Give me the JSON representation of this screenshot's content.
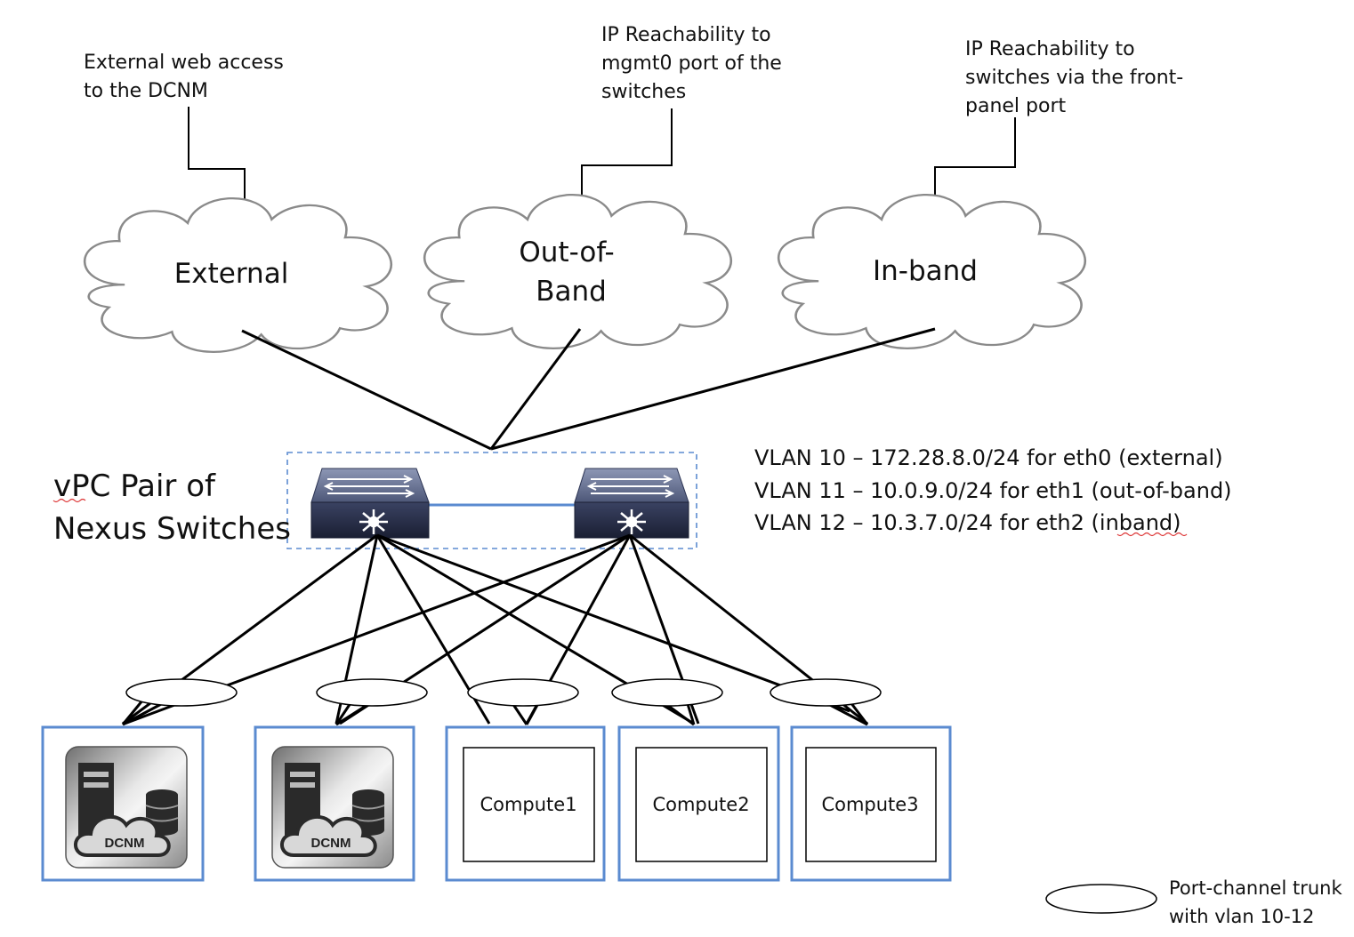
{
  "annotations": {
    "external": [
      "External web access",
      "to the DCNM"
    ],
    "oob": [
      "IP Reachability to",
      "mgmt0 port of the",
      "switches"
    ],
    "inband": [
      "IP Reachability to",
      "switches via the front-",
      "panel port"
    ]
  },
  "clouds": {
    "external": "External",
    "oob": [
      "Out-of-",
      "Band"
    ],
    "inband": "In-band"
  },
  "vpc_label": [
    "vPC Pair of",
    "Nexus Switches"
  ],
  "vlans": [
    "VLAN 10 – 172.28.8.0/24 for eth0 (external)",
    "VLAN 11 – 10.0.9.0/24 for eth1 (out-of-band)",
    "VLAN 12 – 10.3.7.0/24 for eth2 (inband)"
  ],
  "hosts": {
    "dcnm1": "DCNM",
    "dcnm2": "DCNM",
    "compute1": "Compute1",
    "compute2": "Compute2",
    "compute3": "Compute3"
  },
  "legend": [
    "Port-channel trunk",
    "with vlan 10-12"
  ],
  "colors": {
    "host_border": "#5b8bd0",
    "switch_body": "#2b3352",
    "line": "#000000",
    "dashed_box": "#5b8bd0"
  }
}
